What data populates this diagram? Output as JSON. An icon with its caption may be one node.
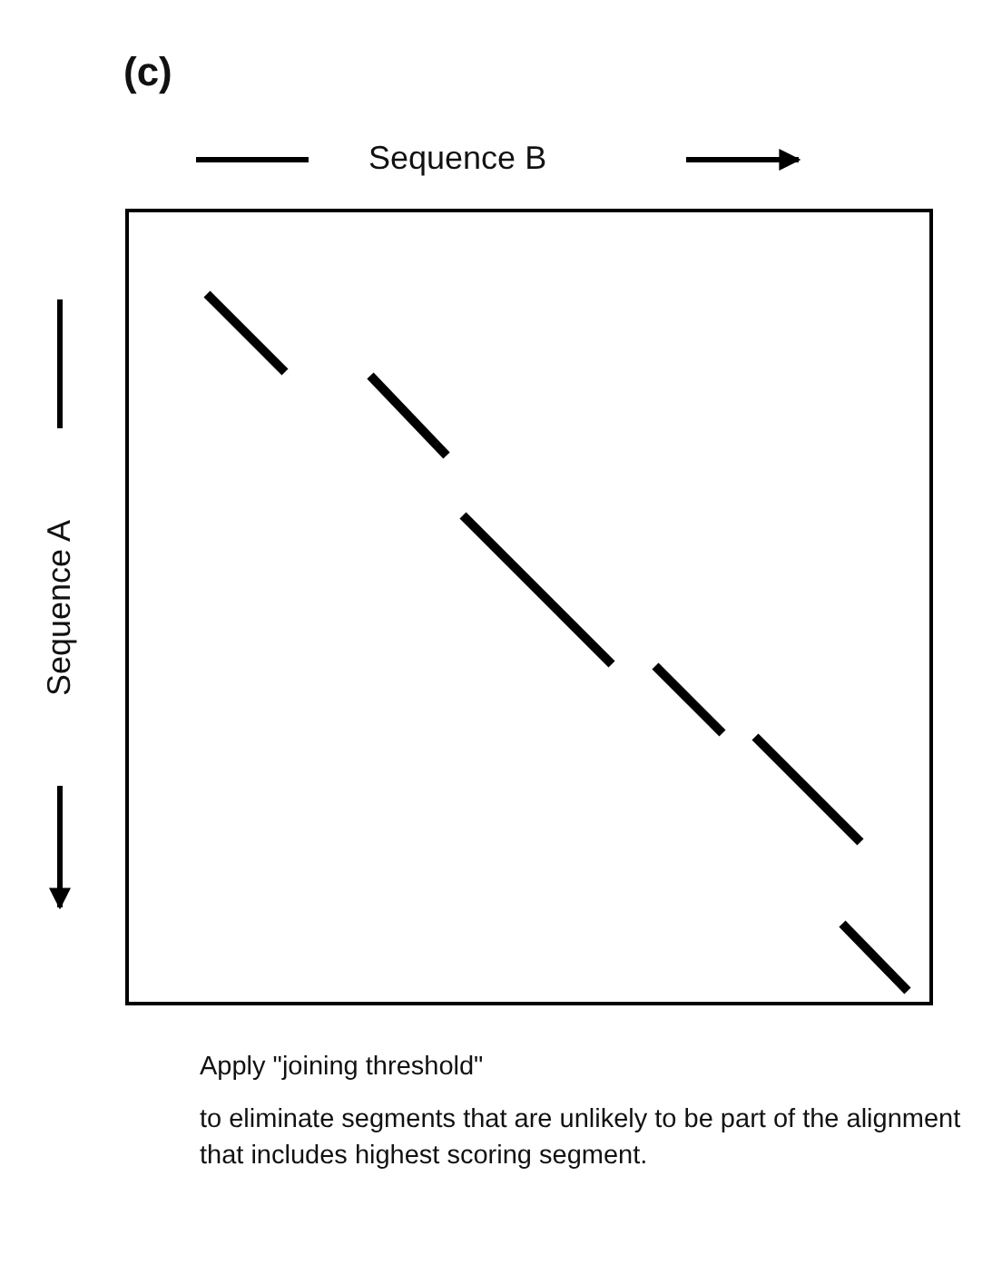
{
  "diagram": {
    "title": "(c)",
    "labels": [
      "Sequence B",
      "Sequence A",
      "Apply \"joining threshold\"",
      "to eliminate segments that are unlikely to be part of the alignment that includes highest scoring segment."
    ]
  }
}
